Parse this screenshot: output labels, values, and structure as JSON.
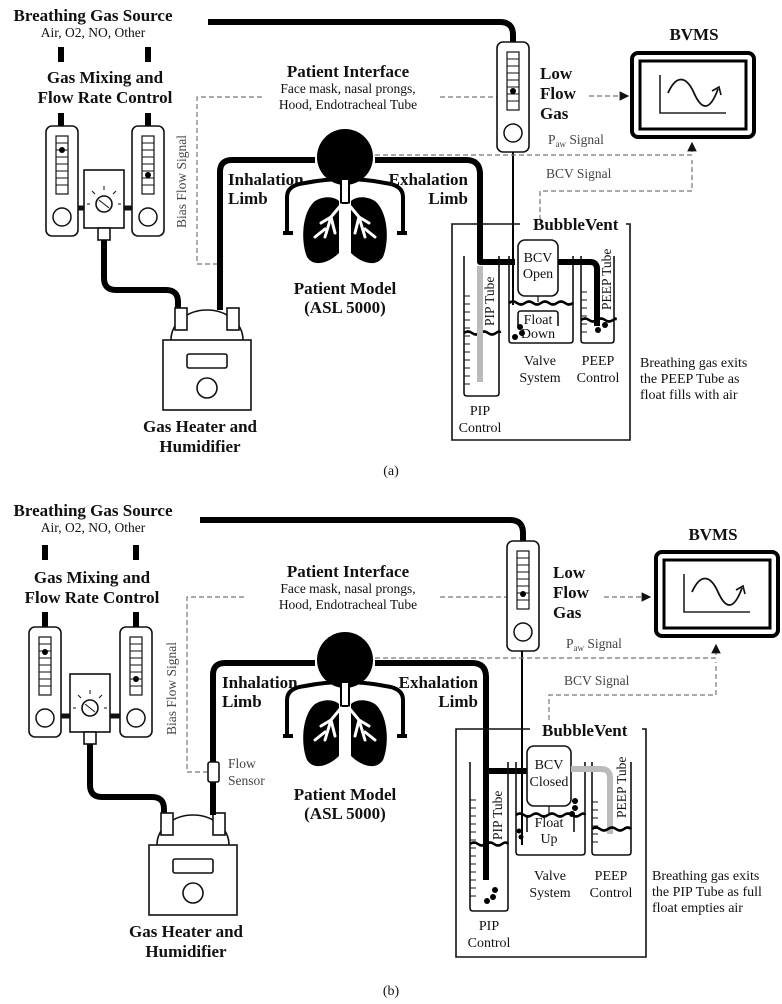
{
  "panels": [
    {
      "id": "a",
      "caption": "(a)",
      "gas_source": {
        "title": "Breathing Gas Source",
        "subtitle": "Air, O2, NO, Other"
      },
      "mixing": {
        "line1": "Gas Mixing and",
        "line2": "Flow Rate Control"
      },
      "bias_signal": "Bias Flow Signal",
      "patient_interface": {
        "title": "Patient Interface",
        "line1": "Face mask, nasal prongs,",
        "line2": "Hood, Endotracheal Tube"
      },
      "inhalation": {
        "line1": "Inhalation",
        "line2": "Limb"
      },
      "exhalation": {
        "line1": "Exhalation",
        "line2": "Limb"
      },
      "patient_model": {
        "line1": "Patient Model",
        "line2": "(ASL 5000)"
      },
      "heater": {
        "line1": "Gas Heater and",
        "line2": "Humidifier"
      },
      "low_flow": {
        "line1": "Low",
        "line2": "Flow",
        "line3": "Gas"
      },
      "bvms": "BVMS",
      "paw_signal": {
        "p": "P",
        "sub": "aw",
        "rest": " Signal"
      },
      "bcv_signal": "BCV Signal",
      "bubblevent": "BubbleVent",
      "bcv_state": {
        "line1": "BCV",
        "line2": "Open"
      },
      "float_state": {
        "line1": "Float",
        "line2": "Down"
      },
      "pip_tube": "PIP Tube",
      "peep_tube": "PEEP Tube",
      "valve_system": {
        "line1": "Valve",
        "line2": "System"
      },
      "peep_control": {
        "line1": "PEEP",
        "line2": "Control"
      },
      "pip_control": {
        "line1": "PIP",
        "line2": "Control"
      },
      "note": {
        "line1": "Breathing gas exits",
        "line2": "the PEEP Tube as",
        "line3": "float fills with air"
      }
    },
    {
      "id": "b",
      "caption": "(b)",
      "gas_source": {
        "title": "Breathing Gas Source",
        "subtitle": "Air, O2, NO, Other"
      },
      "mixing": {
        "line1": "Gas Mixing and",
        "line2": "Flow Rate Control"
      },
      "bias_signal": "Bias Flow Signal",
      "patient_interface": {
        "title": "Patient Interface",
        "line1": "Face mask, nasal prongs,",
        "line2": "Hood, Endotracheal Tube"
      },
      "inhalation": {
        "line1": "Inhalation",
        "line2": "Limb"
      },
      "exhalation": {
        "line1": "Exhalation",
        "line2": "Limb"
      },
      "flow_sensor": {
        "line1": "Flow",
        "line2": "Sensor"
      },
      "patient_model": {
        "line1": "Patient Model",
        "line2": "(ASL 5000)"
      },
      "heater": {
        "line1": "Gas Heater and",
        "line2": "Humidifier"
      },
      "low_flow": {
        "line1": "Low",
        "line2": "Flow",
        "line3": "Gas"
      },
      "bvms": "BVMS",
      "paw_signal": {
        "p": "P",
        "sub": "aw",
        "rest": " Signal"
      },
      "bcv_signal": "BCV Signal",
      "bubblevent": "BubbleVent",
      "bcv_state": {
        "line1": "BCV",
        "line2": "Closed"
      },
      "float_state": {
        "line1": "Float",
        "line2": "Up"
      },
      "pip_tube": "PIP Tube",
      "peep_tube": "PEEP Tube",
      "valve_system": {
        "line1": "Valve",
        "line2": "System"
      },
      "peep_control": {
        "line1": "PEEP",
        "line2": "Control"
      },
      "pip_control": {
        "line1": "PIP",
        "line2": "Control"
      },
      "note": {
        "line1": "Breathing gas exits",
        "line2": "the PIP Tube as full",
        "line3": "float empties air"
      }
    }
  ]
}
